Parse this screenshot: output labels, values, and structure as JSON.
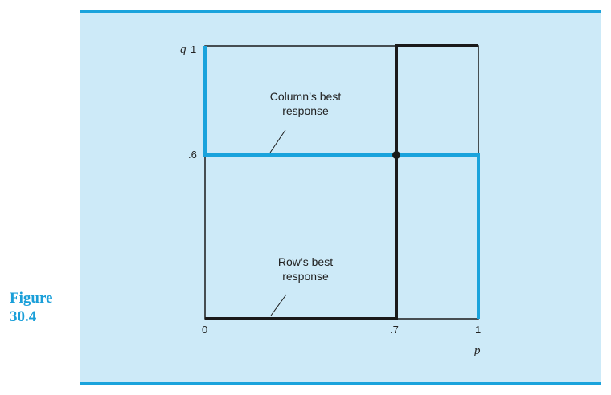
{
  "figure": {
    "label_word": "Figure",
    "label_number": "30.4"
  },
  "axes": {
    "x_var": "p",
    "y_var": "q",
    "x_ticks": [
      "0",
      ".7",
      "1"
    ],
    "y_ticks": [
      ".6",
      "1"
    ]
  },
  "annotations": {
    "column_line1": "Column’s best",
    "column_line2": "response",
    "row_line1": "Row’s best",
    "row_line2": "response"
  },
  "colors": {
    "panel": "#cdeaf8",
    "accent": "#1aa3dc",
    "column_response": "#1aa3dc",
    "row_response": "#1a1a1a"
  },
  "diagram_data": {
    "p_equilibrium": 0.7,
    "q_equilibrium": 0.6,
    "column_best_response": [
      [
        0,
        1
      ],
      [
        0,
        0.6
      ],
      [
        1,
        0.6
      ],
      [
        1,
        0
      ]
    ],
    "row_best_response": [
      [
        0,
        0
      ],
      [
        0.7,
        0
      ],
      [
        0.7,
        1
      ],
      [
        1,
        1
      ]
    ],
    "nash_equilibrium": [
      0.7,
      0.6
    ]
  }
}
